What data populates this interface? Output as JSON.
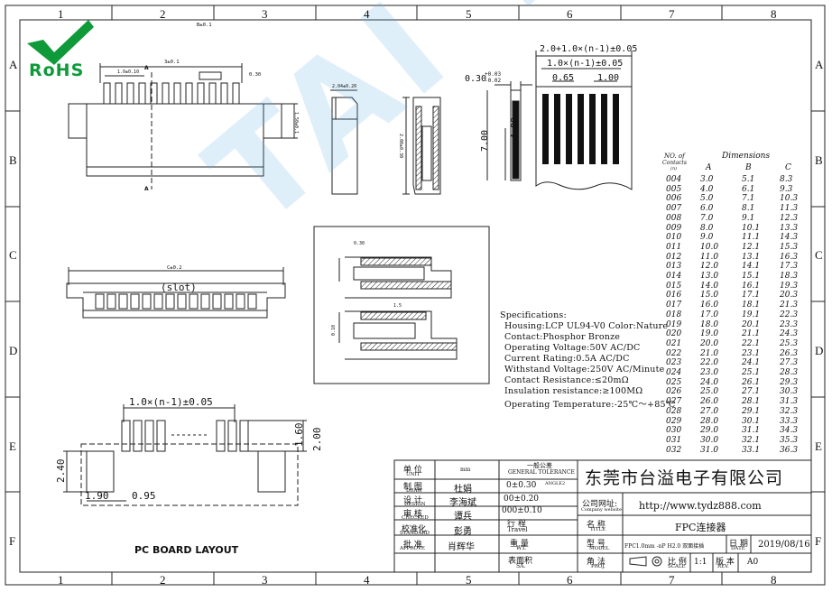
{
  "border": {
    "columns": [
      "1",
      "2",
      "3",
      "4",
      "5",
      "6",
      "7",
      "8"
    ],
    "rows": [
      "A",
      "B",
      "C",
      "D",
      "E",
      "F"
    ]
  },
  "logo": {
    "text": "RoHS"
  },
  "watermark": {
    "text": "TAI YI"
  },
  "top_view": {
    "dim_top": "B±0.1",
    "dim_a": "3±0.1",
    "dim_small": "1.0±0.10",
    "dim_pin": "0.30",
    "dim_height": "1.50±0.1",
    "section_mark_top": "A",
    "section_mark_bottom": "A"
  },
  "side_view": {
    "dim_width": "2.04±0.20",
    "dim_height": "2.00±0.30"
  },
  "front_view": {
    "dim_top": "C±0.2",
    "slot_label": "(slot)"
  },
  "fpc_detail": {
    "dim_total": "2.0+1.0×(n-1)±0.05",
    "dim_pitch": "1.0×(n-1)±0.05",
    "dim_065": "0.65",
    "dim_100": "1.00",
    "dim_thick": "0.30",
    "dim_thick_tol_plus": "+0.03",
    "dim_thick_tol_minus": "-0.02",
    "dim_700": "7.00",
    "dim_400": "4.00"
  },
  "section_detail": {
    "dim_a": "0.30",
    "dim_b": "0.10",
    "dim_c": "1.5"
  },
  "specifications": {
    "title": "Specifications:",
    "lines": [
      "Housing:LCP UL94-V0 Color:Nature",
      "Contact:Phosphor Bronze",
      "Operating Voltage:50V AC/DC",
      "Current Rating:0.5A AC/DC",
      "Withstand Voltage:250V AC/Minute",
      "Contact Resistance:≤20mΩ",
      "Insulation resistance:≥100MΩ",
      "Operating Temperature:-25℃～+85℃"
    ]
  },
  "dimensions_table": {
    "header_col0_line1": "NO. of",
    "header_col0_line2": "Contacts",
    "header_col0_line3": "(n)",
    "header_group": "Dimensions",
    "header_a": "A",
    "header_b": "B",
    "header_c": "C",
    "rows": [
      [
        "004",
        "3.0",
        "5.1",
        "8.3"
      ],
      [
        "005",
        "4.0",
        "6.1",
        "9.3"
      ],
      [
        "006",
        "5.0",
        "7.1",
        "10.3"
      ],
      [
        "007",
        "6.0",
        "8.1",
        "11.3"
      ],
      [
        "008",
        "7.0",
        "9.1",
        "12.3"
      ],
      [
        "009",
        "8.0",
        "10.1",
        "13.3"
      ],
      [
        "010",
        "9.0",
        "11.1",
        "14.3"
      ],
      [
        "011",
        "10.0",
        "12.1",
        "15.3"
      ],
      [
        "012",
        "11.0",
        "13.1",
        "16.3"
      ],
      [
        "013",
        "12.0",
        "14.1",
        "17.3"
      ],
      [
        "014",
        "13.0",
        "15.1",
        "18.3"
      ],
      [
        "015",
        "14.0",
        "16.1",
        "19.3"
      ],
      [
        "016",
        "15.0",
        "17.1",
        "20.3"
      ],
      [
        "017",
        "16.0",
        "18.1",
        "21.3"
      ],
      [
        "018",
        "17.0",
        "19.1",
        "22.3"
      ],
      [
        "019",
        "18.0",
        "20.1",
        "23.3"
      ],
      [
        "020",
        "19.0",
        "21.1",
        "24.3"
      ],
      [
        "021",
        "20.0",
        "22.1",
        "25.3"
      ],
      [
        "022",
        "21.0",
        "23.1",
        "26.3"
      ],
      [
        "023",
        "22.0",
        "24.1",
        "27.3"
      ],
      [
        "024",
        "23.0",
        "25.1",
        "28.3"
      ],
      [
        "025",
        "24.0",
        "26.1",
        "29.3"
      ],
      [
        "026",
        "25.0",
        "27.1",
        "30.3"
      ],
      [
        "027",
        "26.0",
        "28.1",
        "31.3"
      ],
      [
        "028",
        "27.0",
        "29.1",
        "32.3"
      ],
      [
        "029",
        "28.0",
        "30.1",
        "33.3"
      ],
      [
        "030",
        "29.0",
        "31.1",
        "34.3"
      ],
      [
        "031",
        "30.0",
        "32.1",
        "35.3"
      ],
      [
        "032",
        "31.0",
        "33.1",
        "36.3"
      ]
    ]
  },
  "pcb_layout": {
    "title": "PC BOARD LAYOUT",
    "dim_pitch": "1.0×(n-1)±0.05",
    "dim_160": "1.60",
    "dim_200": "2.00",
    "dim_240": "2.40",
    "dim_190": "1.90",
    "dim_095": "0.95"
  },
  "title_block": {
    "unit_cn": "单 位",
    "unit_en": "UNIT",
    "unit_val": "mm",
    "draw_cn": "制 图",
    "draw_en": "DRAW",
    "draw_val": "杜娟",
    "design_cn": "设 计",
    "design_en": "DESIGN",
    "design_val": "李海斌",
    "check_cn": "审 核",
    "check_en": "CHECKED",
    "check_val": "谭兵",
    "std_cn": "校准化",
    "std_en": "STANDARD",
    "std_val": "彭勇",
    "approve_cn": "批 准",
    "approve_en": "APPROVE",
    "approve_val": "肖辉华",
    "tol_cn": "一般公差",
    "tol_en": "GENERAL TOLERANCE",
    "tol_angle": "ANGLE2",
    "tol_1": "0±0.30",
    "tol_2": "00±0.20",
    "tol_3": "000±0.10",
    "travel_cn": "行 程",
    "travel_en": "Travel",
    "wt_cn": "重 量",
    "wt_en": "WT.",
    "surface_cn": "表面积",
    "surface_en": "SA.",
    "company": "东莞市台溢电子有限公司",
    "website_cn": "公司网址:",
    "website_en": "Company website",
    "website_val": "http://www.tydz888.com",
    "title_cn": "名 称",
    "title_en": "TITLE",
    "title_val": "FPC连接器",
    "model_cn": "型 号",
    "model_en": "MODEL",
    "model_val": "FPC1.0mm -nP H2.0 双面接插",
    "date_cn": "日 期",
    "date_en": "DATE",
    "date_val": "2019/08/16",
    "proj_cn": "角 法",
    "proj_en": "PROJ.",
    "scale_cn": "比 例",
    "scale_en": "SCALE",
    "scale_val": "1:1",
    "rev_cn": "版 本",
    "rev_en": "REV.",
    "rev_val": "A0"
  }
}
